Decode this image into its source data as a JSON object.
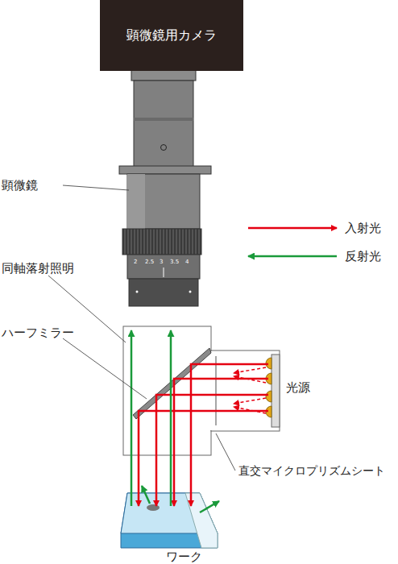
{
  "diagram": {
    "nodes": [
      {
        "text": [
          "顕微鏡用カメラ"
        ]
      }
    ],
    "labels": [
      "顕微鏡",
      "同軸落射照明",
      "ハーフミラー",
      "光源",
      "直交マイクロプリズムシート",
      "ワーク",
      "2",
      "2.5",
      "3",
      "3.5",
      "4"
    ],
    "legend": [
      {
        "text": "入射光"
      },
      {
        "text": "反射光"
      }
    ]
  }
}
